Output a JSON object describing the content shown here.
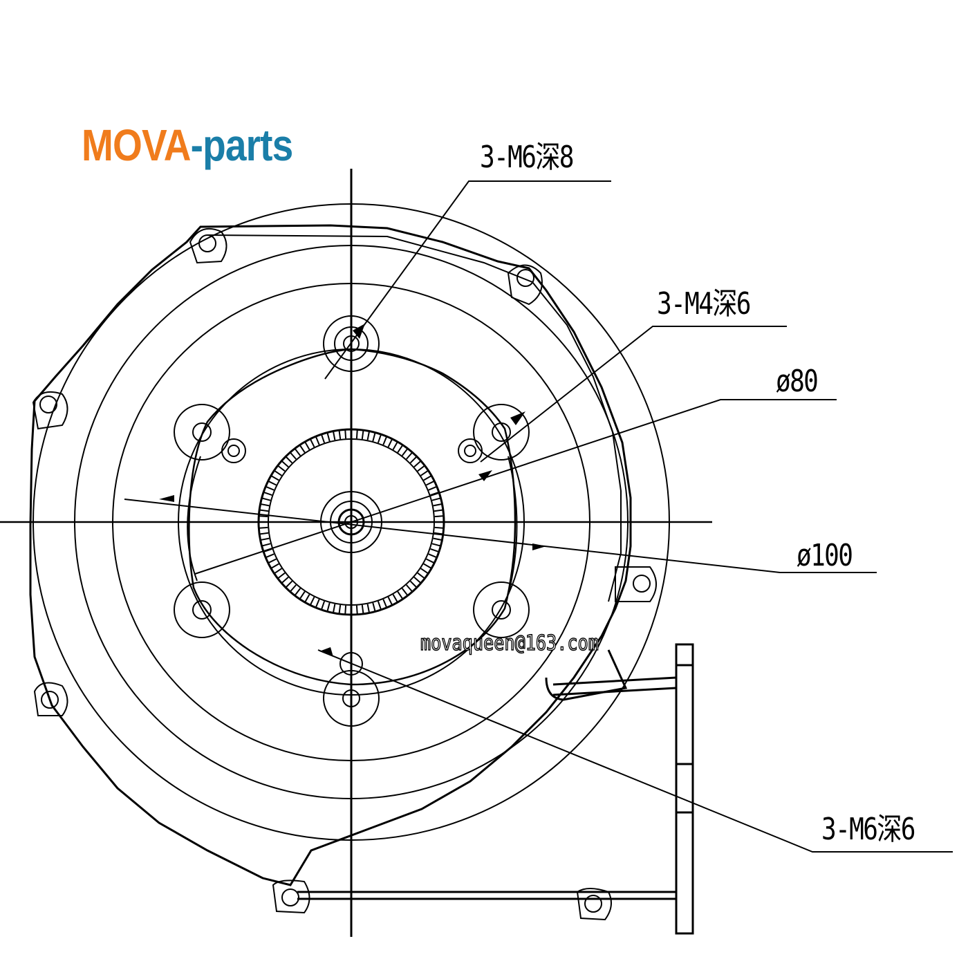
{
  "brand": {
    "part1": "MOVA",
    "part2": "-parts",
    "color1": "#f07c1c",
    "color2": "#1a7ea8"
  },
  "callouts": {
    "m6_depth8": "3-M6深8",
    "m4_depth6": "3-M4深6",
    "dia80": "ø80",
    "dia100": "ø100",
    "m6_depth6": "3-M6深6"
  },
  "watermark": "movaqueen@163.com",
  "line_color": "#000000"
}
